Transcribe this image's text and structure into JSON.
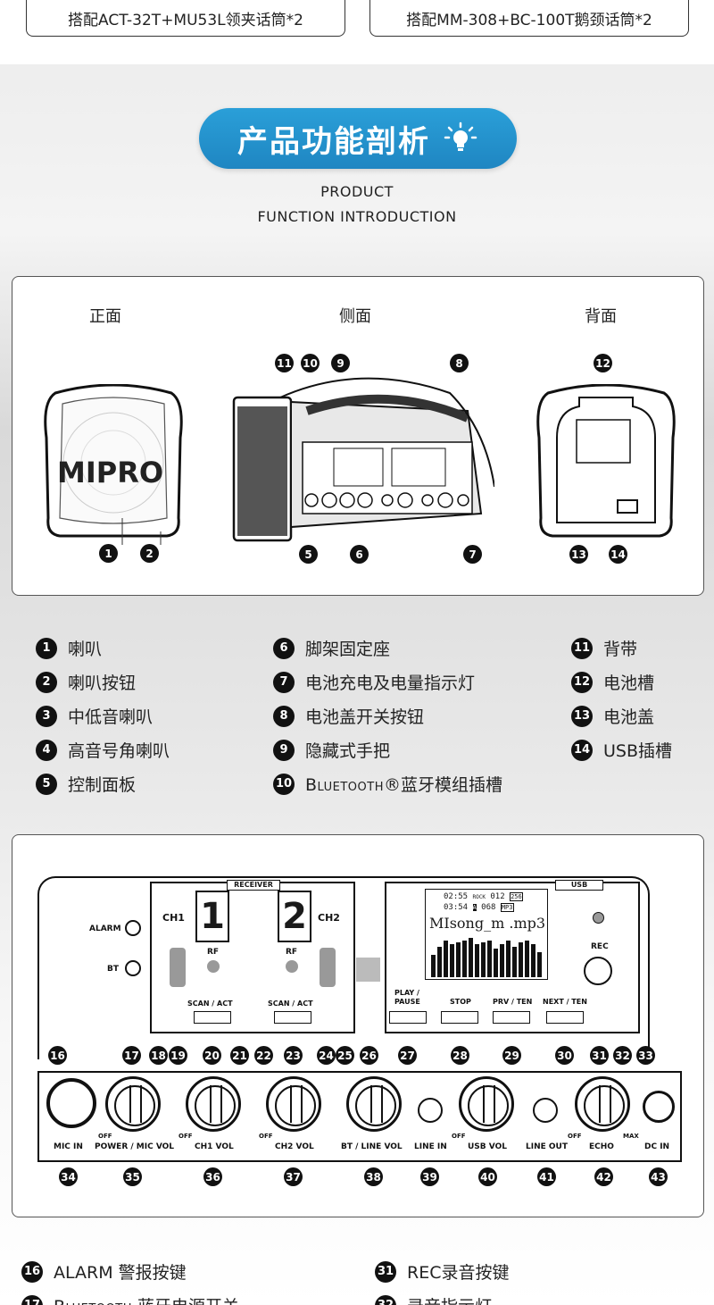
{
  "combos": [
    "搭配ACT-32T+MU53L领夹话筒*2",
    "搭配MM-308+BC-100T鹅颈话筒*2"
  ],
  "section_title": "产品功能剖析",
  "subtitle_line1": "PRODUCT",
  "subtitle_line2": "FUNCTION INTRODUCTION",
  "views": {
    "front": "正面",
    "side": "侧面",
    "back": "背面"
  },
  "brand_logo": "MIPRO",
  "legend": [
    {
      "n": "1",
      "text": "喇叭"
    },
    {
      "n": "2",
      "text": "喇叭按钮"
    },
    {
      "n": "3",
      "text": "中低音喇叭"
    },
    {
      "n": "4",
      "text": "高音号角喇叭"
    },
    {
      "n": "5",
      "text": "控制面板"
    },
    {
      "n": "6",
      "text": "脚架固定座"
    },
    {
      "n": "7",
      "text": "电池充电及电量指示灯"
    },
    {
      "n": "8",
      "text": "电池盖开关按钮"
    },
    {
      "n": "9",
      "text": "隐藏式手把"
    },
    {
      "n": "10",
      "text_sc": "Bluetooth",
      "text": "®蓝牙模组插槽"
    },
    {
      "n": "11",
      "text": "背带"
    },
    {
      "n": "12",
      "text": "电池槽"
    },
    {
      "n": "13",
      "text": "电池盖"
    },
    {
      "n": "14",
      "text": "USB插槽"
    }
  ],
  "panel": {
    "receiver": "RECEIVER",
    "usb": "USB",
    "alarm": "ALARM",
    "bt": "BT",
    "ch1": "CH1",
    "ch2": "CH2",
    "ch1_digit": "1",
    "ch2_digit": "2",
    "rf": "RF",
    "scan_act": "SCAN / ACT",
    "play_pause_1": "PLAY /",
    "play_pause_2": "PAUSE",
    "stop": "STOP",
    "prv_ten": "PRV / TEN",
    "next_ten": "NEXT / TEN",
    "rec": "REC",
    "lcd_time1": "02:55",
    "lcd_rock": "ROCK",
    "lcd_012": "012",
    "lcd_256": "256",
    "lcd_time2": "03:54",
    "lcd_a": "A",
    "lcd_068": "068",
    "lcd_mp3": "MP3",
    "lcd_song": "MIsong_m .mp3",
    "eq_levels": [
      0.55,
      0.75,
      0.9,
      0.8,
      0.85,
      0.9,
      0.95,
      0.8,
      0.85,
      0.9,
      0.7,
      0.8,
      0.9,
      0.75,
      0.85,
      0.9,
      0.8,
      0.6
    ],
    "off": "OFF",
    "max": "MAX",
    "mic_in": "MIC IN",
    "power_mic_vol": "POWER / MIC VOL",
    "ch1_vol": "CH1 VOL",
    "ch2_vol": "CH2 VOL",
    "bt_line_vol": "BT / LINE VOL",
    "line_in": "LINE IN",
    "usb_vol": "USB VOL",
    "line_out": "LINE OUT",
    "echo": "ECHO",
    "dc_in": "DC IN",
    "numbers_top": [
      "16",
      "17",
      "18",
      "19",
      "20",
      "21",
      "22",
      "23",
      "24",
      "25",
      "26",
      "27",
      "28",
      "29",
      "30",
      "31",
      "32",
      "33"
    ],
    "numbers_bottom": [
      "34",
      "35",
      "36",
      "37",
      "38",
      "39",
      "40",
      "41",
      "42",
      "43"
    ]
  },
  "legend2": [
    {
      "n": "16",
      "text": "ALARM 警报按键"
    },
    {
      "n": "31",
      "text": "REC录音按键"
    },
    {
      "n": "17",
      "text_sc": "Bluetooth",
      "text": " 蓝牙电源开关"
    },
    {
      "n": "32",
      "text": "录音指示灯"
    }
  ]
}
